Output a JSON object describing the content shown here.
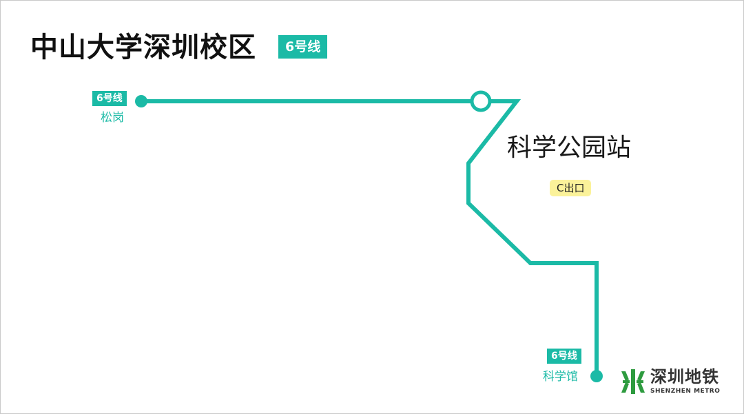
{
  "title": "中山大学深圳校区",
  "title_line_badge": "6号线",
  "route": {
    "line_name": "6号线",
    "color": "#1bbaa6",
    "start": {
      "line_badge": "6号线",
      "name": "松岗"
    },
    "end": {
      "line_badge": "6号线",
      "name": "科学馆"
    },
    "highlight_station": {
      "name": "科学公园站",
      "exit": "C出口",
      "exit_badge_color": "#fbf29a"
    }
  },
  "logo": {
    "name_cn": "深圳地铁",
    "name_en": "SHENZHEN METRO",
    "icon": "shenzhen-metro-logo-icon",
    "color": "#2e9b3f"
  }
}
